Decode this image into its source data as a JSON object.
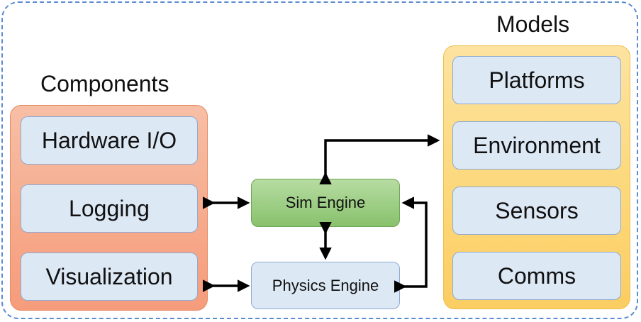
{
  "components": {
    "title": "Components",
    "items": [
      "Hardware I/O",
      "Logging",
      "Visualization"
    ]
  },
  "models": {
    "title": "Models",
    "items": [
      "Platforms",
      "Environment",
      "Sensors",
      "Comms"
    ]
  },
  "engines": {
    "sim": "Sim Engine",
    "physics": "Physics Engine"
  },
  "colors": {
    "frame": "#5b8bd0",
    "components_fill": "#f6a98a",
    "models_fill": "#fcd778",
    "sim_engine_fill": "#9fcf87",
    "box_fill": "#dde8f5",
    "arrow": "#000000"
  }
}
